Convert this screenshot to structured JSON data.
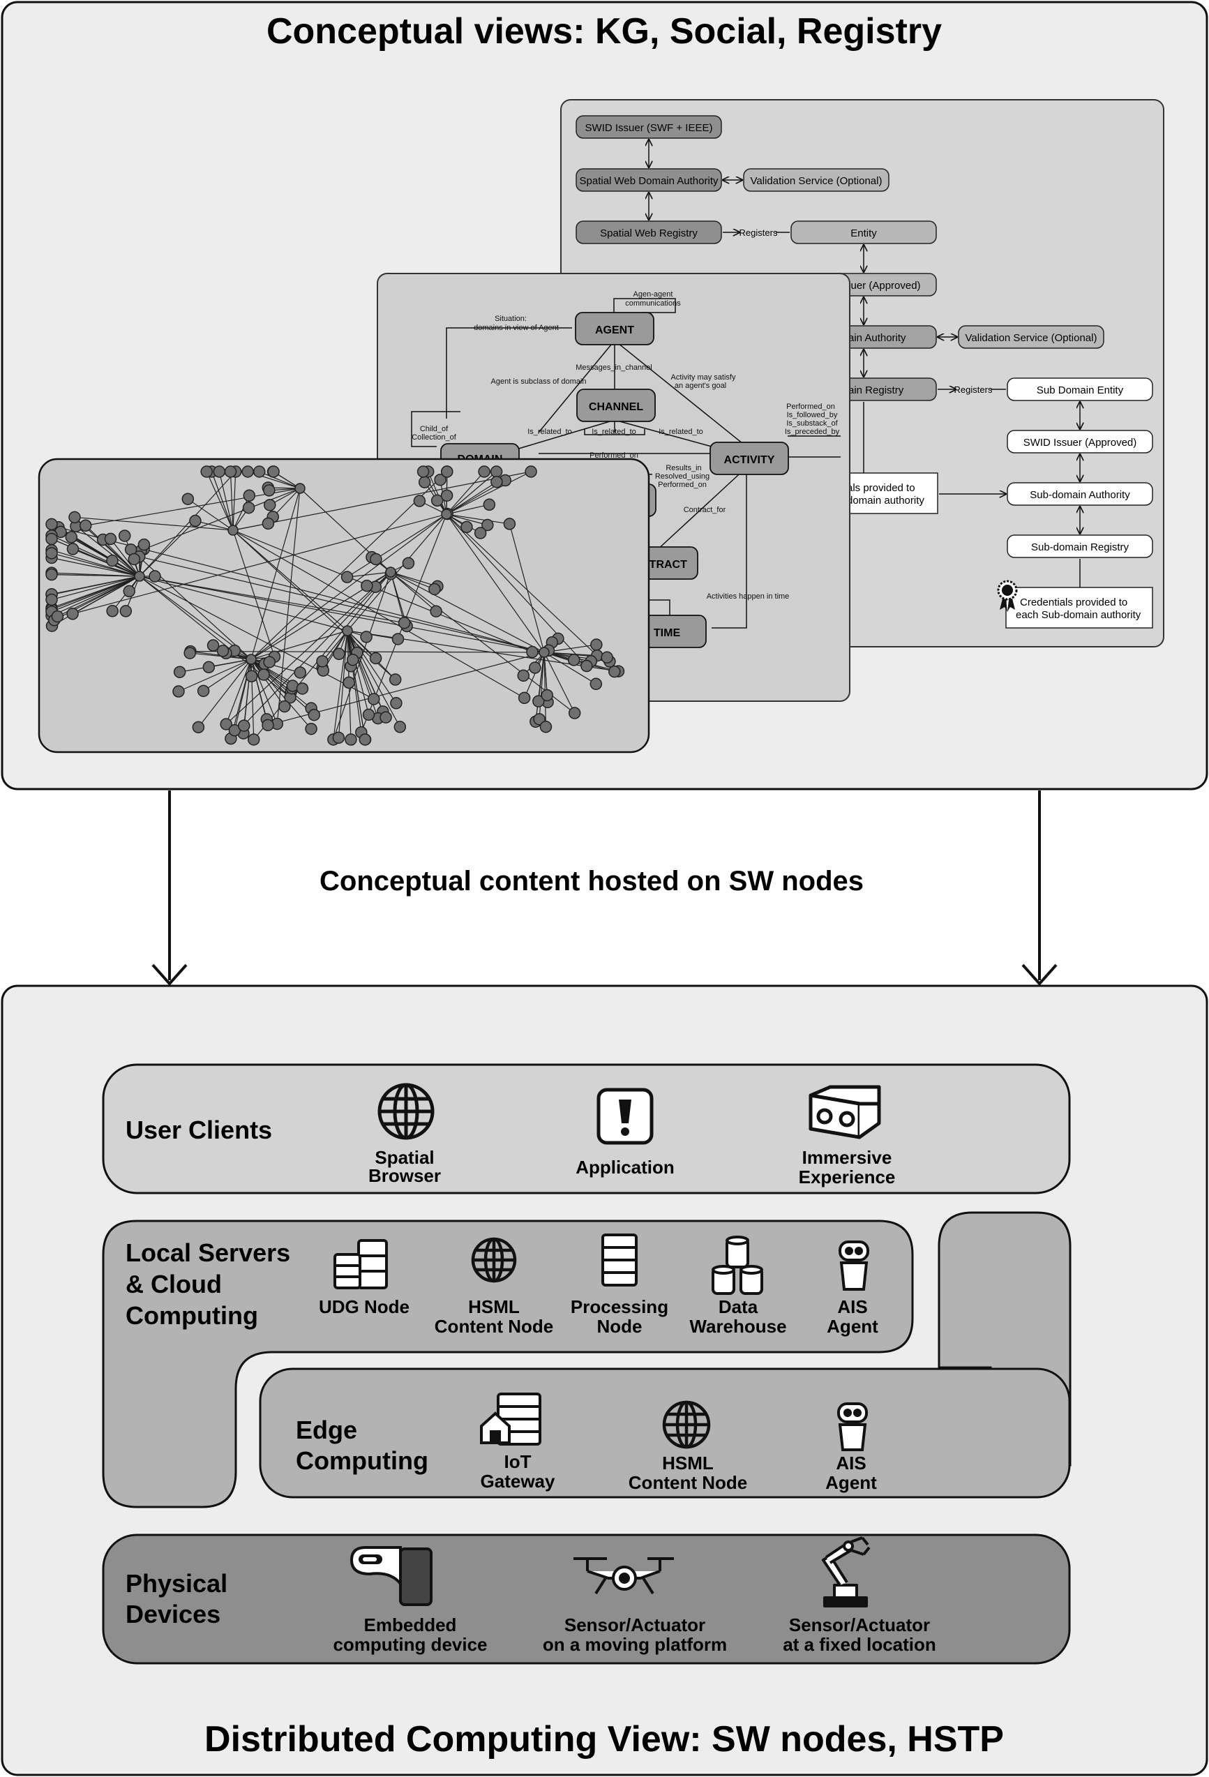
{
  "top_panel": {
    "title": "Conceptual views: KG, Social, Registry",
    "registry": {
      "swid_issuer": "SWID Issuer (SWF + IEEE)",
      "domain_authority": "Spatial Web Domain Authority",
      "validation_service": "Validation Service (Optional)",
      "registry": "Spatial Web Registry",
      "registers": "Registers",
      "entity": "Entity",
      "issuer_approved_partial": "suer (Approved)",
      "domain_authority_partial": "ain Authority",
      "validation_service_2": "Validation Service (Optional)",
      "registry_partial": "ain Registry",
      "registers_2": "Registers",
      "sub_domain_entity": "Sub Domain Entity",
      "swid_issuer_approved": "SWID Issuer (Approved)",
      "sub_domain_authority": "Sub-domain Authority",
      "sub_domain_registry": "Sub-domain Registry",
      "credentials_partial_1": "als provided to",
      "credentials_partial_2": "domain authority",
      "credentials_1": "Credentials provided to",
      "credentials_2": "each Sub-domain authority"
    },
    "kg": {
      "agent": "AGENT",
      "channel": "CHANNEL",
      "activity": "ACTIVITY",
      "domain": "DOMAIN",
      "contract": "NTRACT",
      "time": "TIME",
      "agent_comm_1": "Agen-agent",
      "agent_comm_2": "communications",
      "situation_1": "Situation:",
      "situation_2": "domains in view of Agent",
      "messages": "Messages_in_channel",
      "subclass": "Agent is subclass of domain",
      "satisfy_1": "Activity may satisfy",
      "satisfy_2": "an agent's goal",
      "child_1": "Child_of",
      "child_2": "Collection_of",
      "related_1": "Is_related_to",
      "related_2": "Is_related_to",
      "related_3": "Is_related_to",
      "performed_1": "Performed_on",
      "performed_2": "Is_followed_by",
      "performed_3": "Is_substack_of",
      "performed_4": "Is_preceded_by",
      "performed_on": "Performed_on",
      "results_1": "Results_in",
      "results_2": "Resolved_using",
      "results_3": "Performed_on",
      "contract_for": "Contract_for",
      "to_label": "to",
      "happen": "Activities happen in time"
    }
  },
  "arrows_label": "Conceptual content hosted on SW nodes",
  "bottom_panel": {
    "title": "Distributed Computing View: SW nodes, HSTP",
    "user_clients": {
      "label": "User Clients",
      "items": [
        {
          "line1": "Spatial",
          "line2": "Browser",
          "icon": "globe-icon"
        },
        {
          "line1": "Application",
          "line2": "",
          "icon": "app-alert-icon"
        },
        {
          "line1": "Immersive",
          "line2": "Experience",
          "icon": "vr-headset-icon"
        }
      ]
    },
    "local_servers": {
      "label_1": "Local Servers",
      "label_2": "& Cloud",
      "label_3": "Computing",
      "items": [
        {
          "line1": "UDG Node",
          "line2": "",
          "icon": "server-rack-icon"
        },
        {
          "line1": "HSML",
          "line2": "Content Node",
          "icon": "globe-icon"
        },
        {
          "line1": "Processing",
          "line2": "Node",
          "icon": "server-icon"
        },
        {
          "line1": "Data",
          "line2": "Warehouse",
          "icon": "database-icon"
        },
        {
          "line1": "AIS",
          "line2": "Agent",
          "icon": "robot-icon"
        }
      ]
    },
    "edge_computing": {
      "label_1": "Edge",
      "label_2": "Computing",
      "items": [
        {
          "line1": "IoT",
          "line2": "Gateway",
          "icon": "gateway-icon"
        },
        {
          "line1": "HSML",
          "line2": "Content Node",
          "icon": "globe-icon"
        },
        {
          "line1": "AIS",
          "line2": "Agent",
          "icon": "robot-icon"
        }
      ]
    },
    "physical_devices": {
      "label_1": "Physical",
      "label_2": "Devices",
      "items": [
        {
          "line1": "Embedded",
          "line2": "computing device",
          "icon": "embedded-device-icon"
        },
        {
          "line1": "Sensor/Actuator",
          "line2": "on a moving platform",
          "icon": "drone-icon"
        },
        {
          "line1": "Sensor/Actuator",
          "line2": "at a fixed location",
          "icon": "robot-arm-icon"
        }
      ]
    }
  },
  "colors": {
    "panel_bg": "#ededed",
    "user_clients_bg": "#d3d3d3",
    "servers_bg": "#b3b3b3",
    "physical_bg": "#8e8e8e",
    "node_fill": "#707070"
  }
}
